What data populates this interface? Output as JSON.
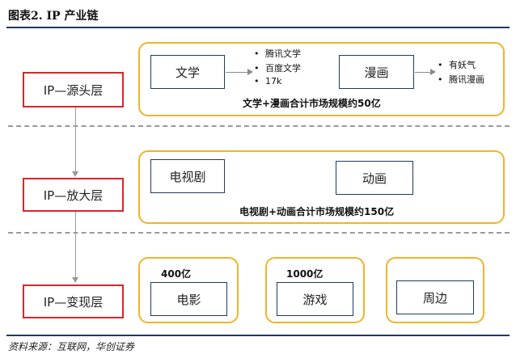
{
  "figure": {
    "title": "图表2.    IP 产业链",
    "source": "资料来源：互联网，华创证券"
  },
  "layers": {
    "source": "IP—源头层",
    "amplify": "IP—放大层",
    "monetize": "IP—变现层"
  },
  "source_panel": {
    "literature": "文学",
    "literature_platforms": [
      "腾讯文学",
      "百度文学",
      "17k"
    ],
    "comics": "漫画",
    "comics_platforms": [
      "有妖气",
      "腾讯漫画"
    ],
    "market": "文学+漫画合计市场规模约50亿"
  },
  "amplify_panel": {
    "tv": "电视剧",
    "animation": "动画",
    "market": "电视剧+动画合计市场规模约150亿"
  },
  "monetize_panels": {
    "film": {
      "size": "400亿",
      "label": "电影"
    },
    "games": {
      "size": "1000亿",
      "label": "游戏"
    },
    "merch": {
      "label": "周边"
    }
  },
  "colors": {
    "layer_border": "#d9262a",
    "panel_border": "#f0b429",
    "item_border": "#1f3a5f",
    "rule": "#1f3864"
  }
}
